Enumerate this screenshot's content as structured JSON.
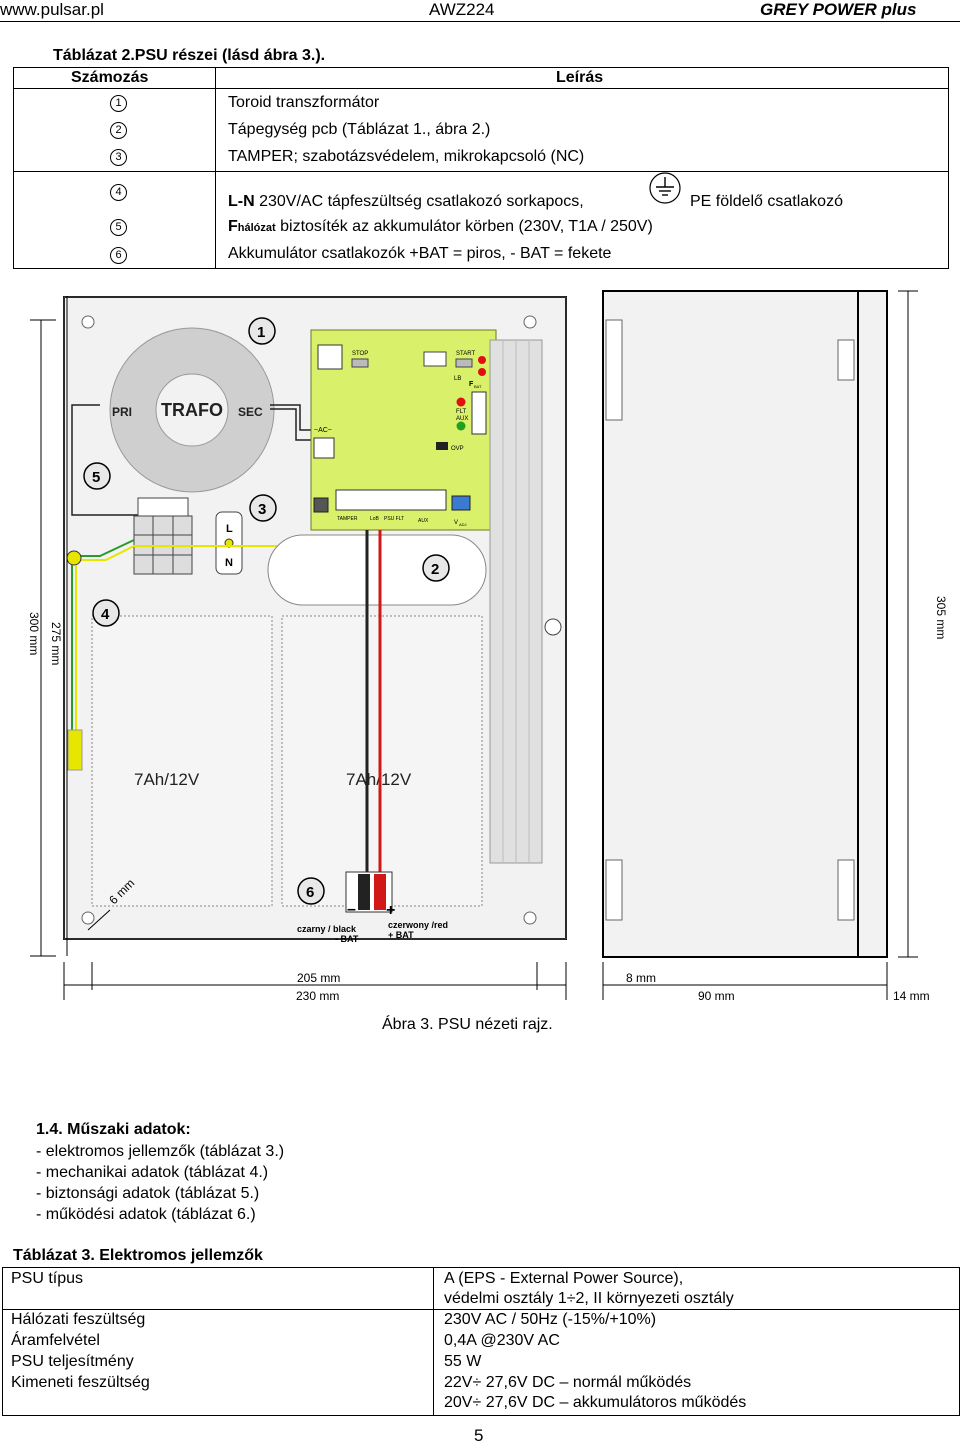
{
  "header": {
    "left": "www.pulsar.pl",
    "center": "AWZ224",
    "right": "GREY POWER plus"
  },
  "table2": {
    "title": "Táblázat 2.PSU részei (lásd ábra 3.).",
    "col_number": "Számozás",
    "col_desc": "Leírás",
    "rows": [
      {
        "num": "1",
        "desc": "Toroid transzformátor"
      },
      {
        "num": "2",
        "desc": "Tápegység pcb (Táblázat 1., ábra 2.)"
      },
      {
        "num": "3",
        "desc": "TAMPER;  szabotázsvédelem, mikrokapcsoló (NC)"
      },
      {
        "num": "4",
        "desc_bold": "L-N",
        "desc": " 230V/AC tápfeszültség csatlakozó sorkapocs,",
        "desc_tail": "PE földelő csatlakozó",
        "icon": "ground-icon"
      },
      {
        "num": "5",
        "desc_bold": "F",
        "desc_sub": "hálózat",
        "desc": " biztosíték az akkumulátor körben (230V, T1A / 250V)"
      },
      {
        "num": "6",
        "desc": "Akkumulátor csatlakozók +BAT = piros, - BAT = fekete"
      }
    ]
  },
  "diagram": {
    "trafo": "TRAFO",
    "pri": "PRI",
    "sec": "SEC",
    "markers": [
      "1",
      "2",
      "3",
      "4",
      "5",
      "6"
    ],
    "l_label": "L",
    "n_label": "N",
    "battery1": "7Ah/12V",
    "battery2": "7Ah/12V",
    "black_label": "czarny / black",
    "minus_bat": "- BAT",
    "red_label": "czerwony /red",
    "plus_bat": "+ BAT",
    "minus": "–",
    "plus": "+",
    "dim_205": "205 mm",
    "dim_230": "230 mm",
    "dim_300": "300 mm",
    "dim_275": "275 mm",
    "dim_305": "305 mm",
    "dim_6": "6 mm",
    "dim_8": "8 mm",
    "dim_90": "90 mm",
    "dim_14": "14 mm",
    "pcb_labels": {
      "stop": "STOP",
      "start": "START",
      "lb": "LB",
      "fbat": "F",
      "fbat_sub": "BAT",
      "flt": "FLT",
      "aux": "AUX",
      "ovp": "OVP",
      "ac": "~AC~",
      "tamper": "TAMPER",
      "lob": "LoB",
      "psu_flt": "PSU FLT",
      "aux2": "AUX",
      "vadj": "V",
      "vadj_sub": "ADJ"
    },
    "caption": "Ábra 3. PSU nézeti rajz."
  },
  "section14": {
    "title": "1.4. Műszaki adatok:",
    "items": [
      "- elektromos jellemzők (táblázat 3.)",
      "- mechanikai adatok (táblázat 4.)",
      "- biztonsági adatok (táblázat 5.)",
      "- működési adatok (táblázat 6.)"
    ]
  },
  "table3": {
    "title": "Táblázat 3. Elektromos jellemzők",
    "rows": [
      {
        "label": "PSU típus",
        "value1": "A (EPS - External Power Source),",
        "value2": "védelmi osztály 1÷2, II környezeti osztály"
      },
      {
        "label": "Hálózati feszültség",
        "value1": "230V AC  / 50Hz (-15%/+10%)"
      },
      {
        "label": "Áramfelvétel",
        "value1": "0,4A @230V AC"
      },
      {
        "label": "PSU teljesítmény",
        "value1": "55 W"
      },
      {
        "label": "Kimeneti feszültség",
        "value1": "22V÷ 27,6V DC – normál működés",
        "value2": "20V÷ 27,6V DC – akkumulátoros működés"
      }
    ]
  },
  "page_number": "5",
  "colors": {
    "pcb": "#d9f06a",
    "yellow_wire": "#e6e600",
    "green_wire": "#2a9a2a",
    "red_wire": "#d01818",
    "led_red": "#e01010",
    "led_green": "#20a020",
    "marker_fill": "#e8e8e8"
  }
}
